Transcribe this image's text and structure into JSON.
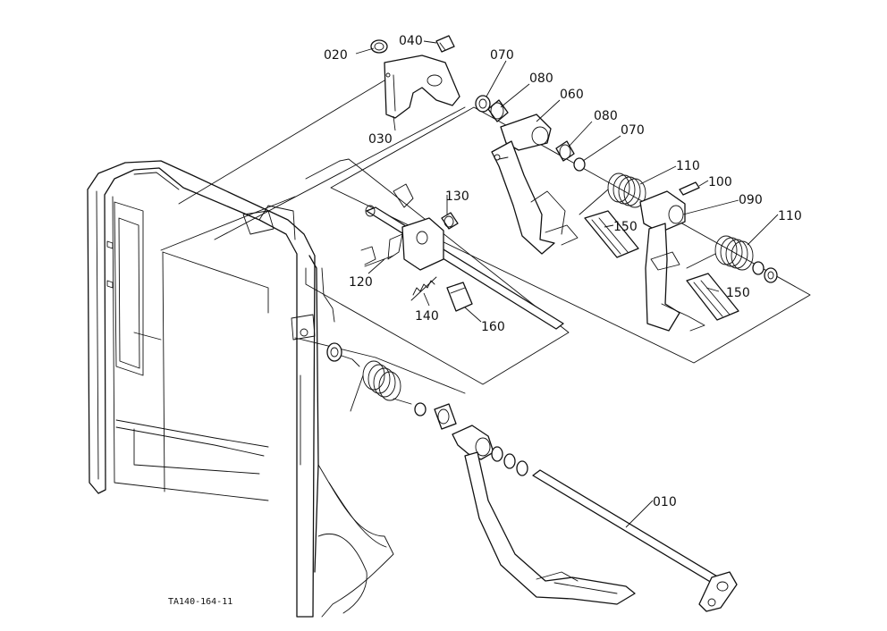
{
  "diagram": {
    "drawing_code": "TA140-164-11",
    "callouts": {
      "p010": "010",
      "p020": "020",
      "p030": "030",
      "p040": "040",
      "p060": "060",
      "p070a": "070",
      "p070b": "070",
      "p080a": "080",
      "p080b": "080",
      "p090": "090",
      "p100": "100",
      "p110a": "110",
      "p110b": "110",
      "p120": "120",
      "p130": "130",
      "p140": "140",
      "p150a": "150",
      "p150b": "150",
      "p160": "160"
    }
  }
}
